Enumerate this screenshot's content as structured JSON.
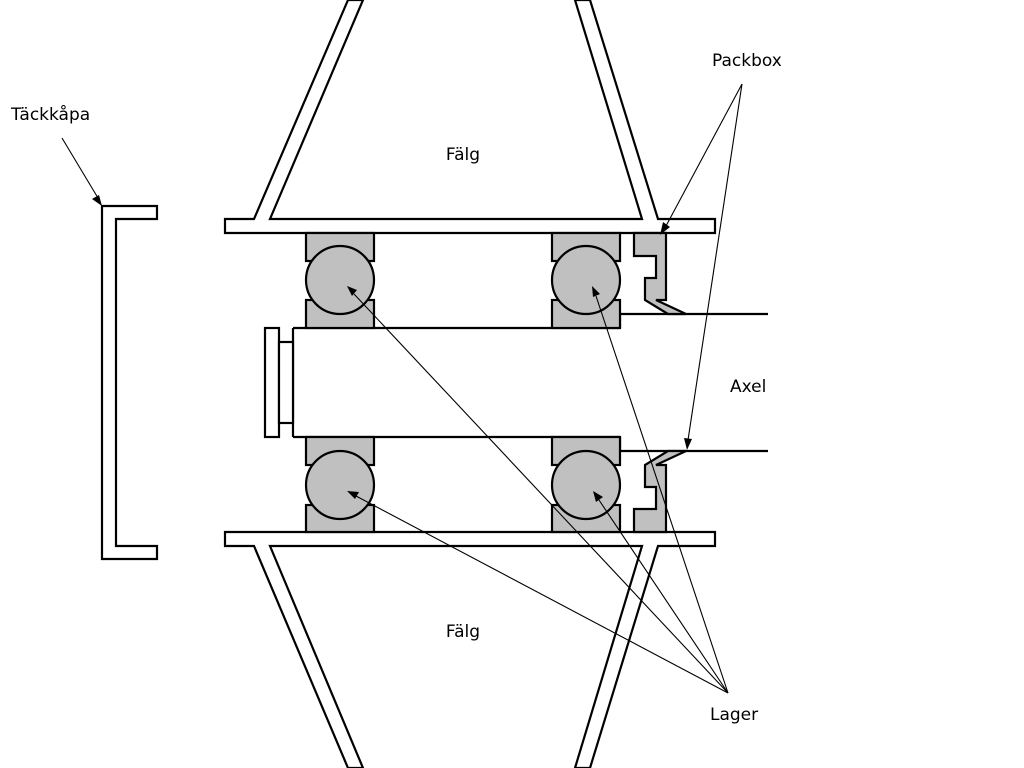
{
  "diagram": {
    "labels": {
      "rim_top": "Fälg",
      "rim_bottom": "Fälg",
      "cover": "Täckkåpa",
      "seal": "Packbox",
      "axle": "Axel",
      "bearings": "Lager"
    },
    "colors": {
      "bearing_fill": "#c0c0c0",
      "stroke": "#000000",
      "background": "#ffffff"
    }
  }
}
